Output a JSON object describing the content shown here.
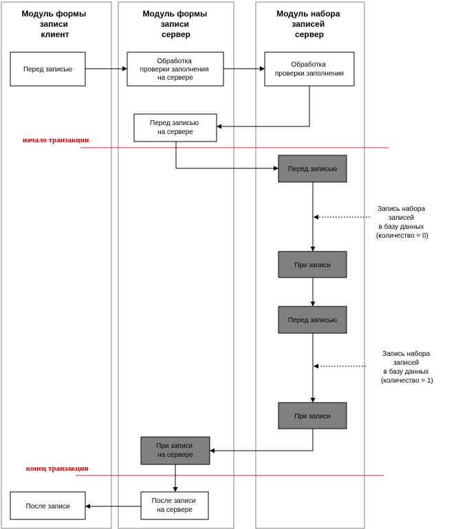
{
  "colors": {
    "lane_border": "#808080",
    "box_border": "#000000",
    "box_fill": "#ffffff",
    "box_fill_dark": "#808080",
    "line": "#000000",
    "transaction_line": "#e02020",
    "transaction_text": "#d00000"
  },
  "lanes": [
    {
      "title": [
        "Модуль формы",
        "записи",
        "клиент"
      ]
    },
    {
      "title": [
        "Модуль формы",
        "записи",
        "сервер"
      ]
    },
    {
      "title": [
        "Модуль набора",
        "записей",
        "сервер"
      ]
    }
  ],
  "boxes": {
    "client_before_write": [
      "Перед записью"
    ],
    "form_check_filling": [
      "Обработка",
      "проверки заполнения",
      "на сервере"
    ],
    "set_check_filling": [
      "Обработка",
      "проверки заполнения"
    ],
    "form_before_write_server": [
      "Перед записью",
      "на сервере"
    ],
    "set_before_write_1": [
      "Перед записью"
    ],
    "set_on_write_1": [
      "При записи"
    ],
    "set_before_write_2": [
      "Перед записью"
    ],
    "set_on_write_2": [
      "При записи"
    ],
    "form_on_write_server": [
      "При записи",
      "на сервере"
    ],
    "form_after_write_server": [
      "После записи",
      "на сервере"
    ],
    "client_after_write": [
      "После записи"
    ]
  },
  "notes": {
    "db_write_0": [
      "Запись набора",
      "записей",
      "в базу данных",
      "(количество = 0)"
    ],
    "db_write_1": [
      "Запись набора",
      "записей",
      "в базу данных",
      "(количество = 1)"
    ]
  },
  "transaction": {
    "start_label": "начало транзакции",
    "end_label": "конец транзакции"
  }
}
